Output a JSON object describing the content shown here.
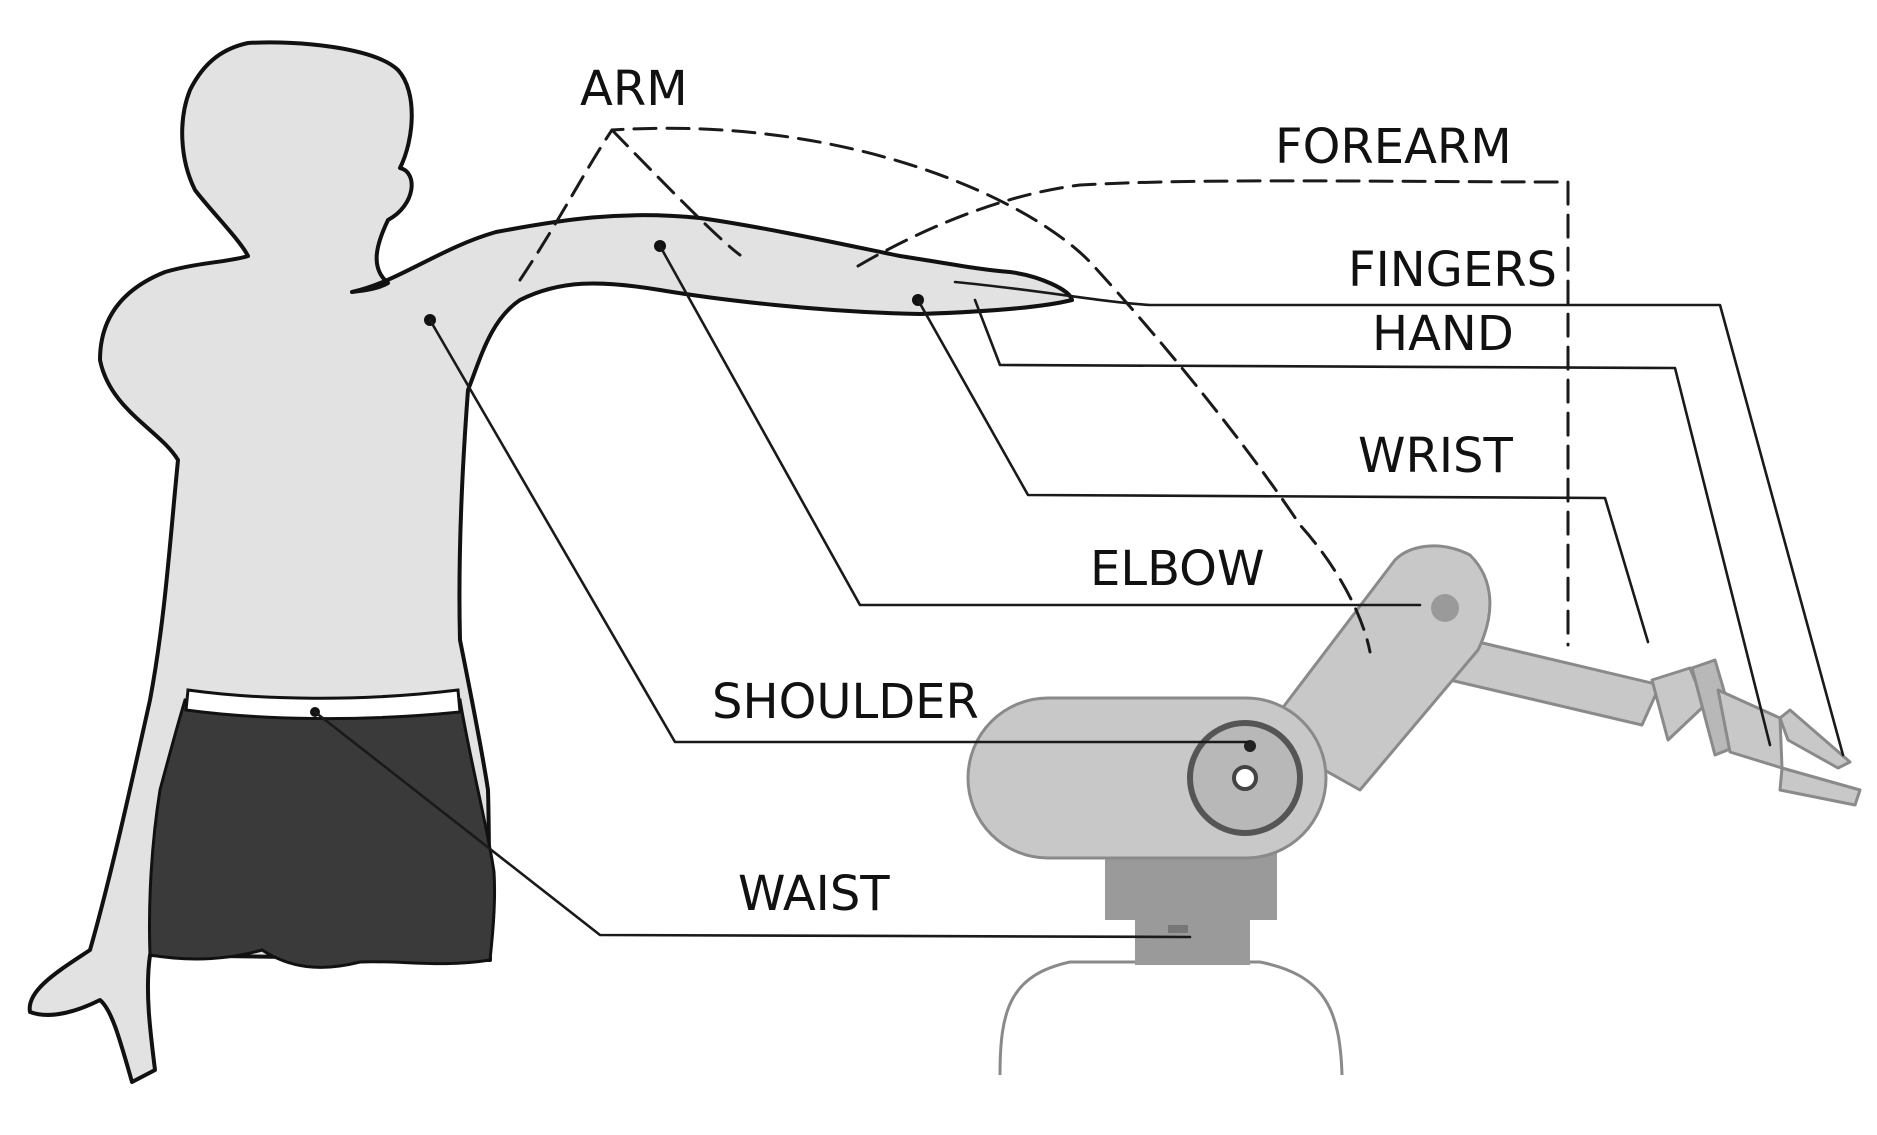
{
  "labels": {
    "arm": "ARM",
    "forearm": "FOREARM",
    "fingers": "FINGERS",
    "hand": "HAND",
    "wrist": "WRIST",
    "elbow": "ELBOW",
    "shoulder": "SHOULDER",
    "waist": "WAIST"
  },
  "colors": {
    "body_fill": "#e2e2e2",
    "shorts_fill": "#3a3a3a",
    "robot_fill": "#c8c8c8",
    "robot_dark": "#9a9a9a",
    "line": "#1a1a1a"
  }
}
